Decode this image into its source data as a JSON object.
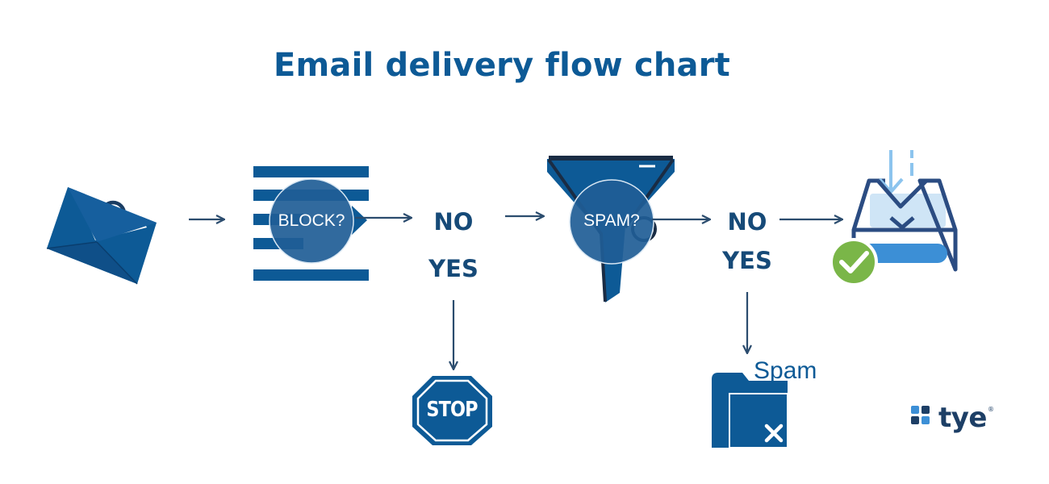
{
  "title": "Email delivery flow chart",
  "nodes": {
    "block_check": "BLOCK?",
    "spam_check": "SPAM?",
    "block_no": "NO",
    "block_yes": "YES",
    "spam_no": "NO",
    "spam_yes": "YES",
    "stop": "STOP",
    "spam_folder": "Spam"
  },
  "logo": {
    "text": "tye",
    "registered": "®"
  },
  "colors": {
    "primary": "#0d5a96",
    "dark": "#164a78",
    "light_blue": "#8cc4ee",
    "green": "#6fb43f",
    "arrow": "#2b4c6e"
  },
  "icons": [
    "email-envelope-icon",
    "blocklist-icon",
    "funnel-icon",
    "inbox-tray-icon",
    "checkmark-icon",
    "stop-sign-icon",
    "spam-folder-icon"
  ]
}
